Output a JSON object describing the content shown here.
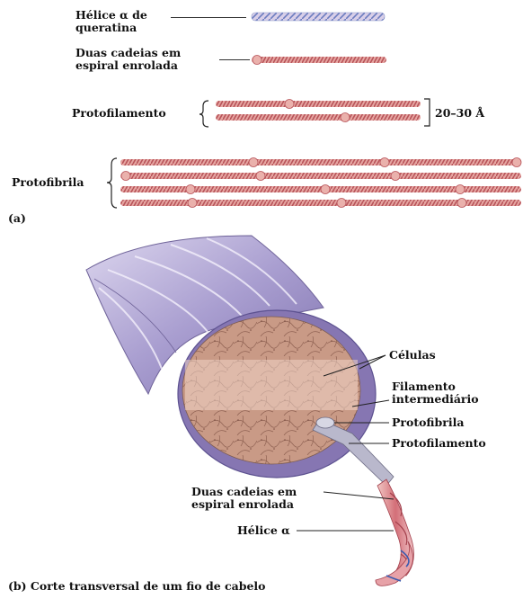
{
  "panel_a": {
    "label_helix_1": "Hélice α de",
    "label_helix_2": "queratina",
    "label_coiled_1": "Duas cadeias em",
    "label_coiled_2": "espiral enrolada",
    "label_protofilament": "Protofilamento",
    "dimension": "20–30 Å",
    "label_protofibril": "Protofibrila",
    "panel_tag": "(a)"
  },
  "panel_b": {
    "label_cells": "Células",
    "label_if_1": "Filamento",
    "label_if_2": "intermediário",
    "label_protofibril": "Protofibrila",
    "label_protofilament": "Protofilamento",
    "label_coiled_1": "Duas cadeias em",
    "label_coiled_2": "espiral enrolada",
    "label_helix": "Hélice α",
    "caption": "(b)  Corte transversal de um fio de cabelo"
  },
  "colors": {
    "strand": "#d98c88",
    "strand_dark": "#b8545a",
    "hair": "#a69ac8",
    "cross_section": "#c99a86",
    "helix_blue": "#3a5bb0"
  }
}
